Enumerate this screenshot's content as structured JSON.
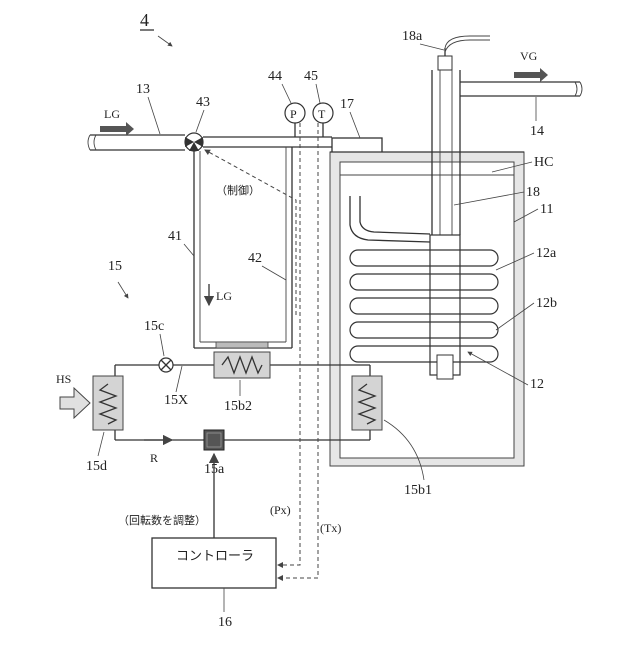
{
  "figure_number": "4",
  "labels": {
    "n13": "13",
    "n14": "14",
    "n43": "43",
    "n44": "44",
    "n45": "45",
    "n17": "17",
    "n18a": "18a",
    "n18": "18",
    "n11": "11",
    "n12": "12",
    "n12a": "12a",
    "n12b": "12b",
    "n41": "41",
    "n42": "42",
    "n15": "15",
    "n15c": "15c",
    "n15X": "15X",
    "n15b2": "15b2",
    "n15d": "15d",
    "n15a": "15a",
    "n15b1": "15b1",
    "n16": "16",
    "LG_in": "LG",
    "LG_down": "LG",
    "VG": "VG",
    "HC": "HC",
    "HS": "HS",
    "R": "R",
    "P": "P",
    "T": "T"
  },
  "annotations": {
    "control": "（制御）",
    "rpm_adjust": "（回転数を調整）",
    "Px": "(Px)",
    "Tx": "(Tx)"
  },
  "controller_label": "コントローラ"
}
